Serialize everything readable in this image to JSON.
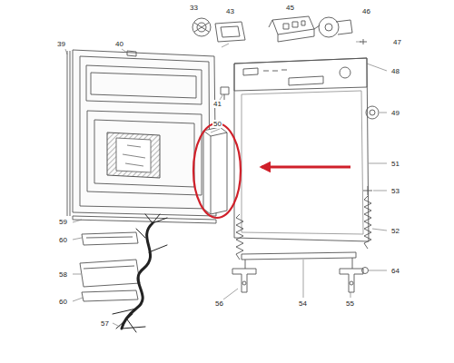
{
  "diagram": {
    "labels": [
      "39",
      "40",
      "33",
      "43",
      "45",
      "46",
      "47",
      "48",
      "41",
      "49",
      "50",
      "51",
      "53",
      "52",
      "59",
      "60",
      "58",
      "60",
      "57",
      "56",
      "54",
      "55",
      "64"
    ]
  }
}
